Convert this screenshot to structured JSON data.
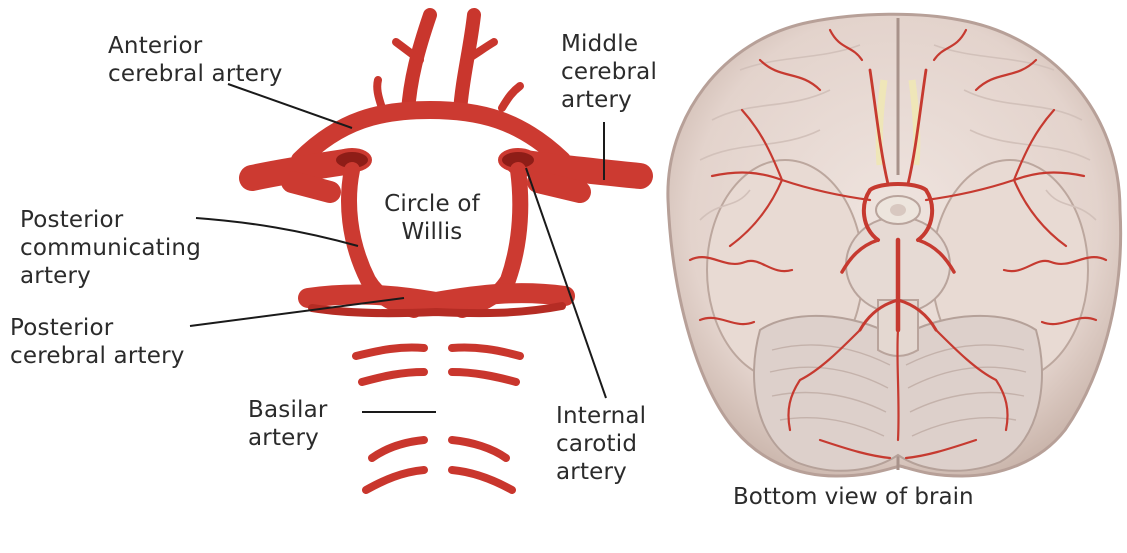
{
  "diagram": {
    "labels": {
      "anterior_cerebral_artery": [
        "Anterior",
        "cerebral artery"
      ],
      "middle_cerebral_artery": [
        "Middle",
        "cerebral",
        "artery"
      ],
      "circle_of_willis": [
        "Circle of",
        "Willis"
      ],
      "posterior_communicating_artery": [
        "Posterior",
        "communicating",
        "artery"
      ],
      "posterior_cerebral_artery": [
        "Posterior",
        "cerebral artery"
      ],
      "basilar_artery": [
        "Basilar",
        "artery"
      ],
      "internal_carotid_artery": [
        "Internal",
        "carotid",
        "artery"
      ]
    },
    "brain_caption": "Bottom view of brain"
  },
  "colors": {
    "artery": "#d8473f",
    "artery_highlight": "#f08a80",
    "artery_shadow": "#a8261f",
    "brain_tissue": "#e9dcd6",
    "brain_shadow": "#c9b6ae",
    "leader_line": "#1a1a1a",
    "text": "#2b2b2b"
  }
}
